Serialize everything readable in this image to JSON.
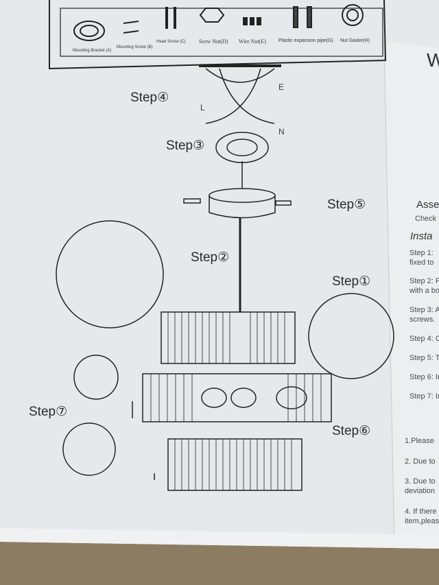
{
  "parts": [
    "Mounting Bracket (A)",
    "Mounting Screw (B)",
    "Head Screw (C)",
    "Scew Nut(D)",
    "Wire Nut(E)",
    "Plastic expansion pipe(G)",
    "Nut Gaske(H)"
  ],
  "steps": {
    "s1": "Step①",
    "s2": "Step②",
    "s3": "Step③",
    "s4": "Step④",
    "s5": "Step⑤",
    "s6": "Step⑥",
    "s7": "Step⑦"
  },
  "wire_labels": {
    "l": "L",
    "e": "E",
    "n": "N"
  },
  "right_page": {
    "title_fragment": "W",
    "assembly": "Asse",
    "check": "Check",
    "install": "Insta",
    "lines": [
      "Step 1:",
      "fixed to",
      "Step 2: F",
      "with a bo",
      "Step 3: A",
      "screws.",
      "Step 4: C",
      "Step 5: T",
      "Step 6: In",
      "Step 7: In"
    ],
    "notes": [
      "1.Please",
      "2. Due to",
      "3. Due to",
      "deviation",
      "4. If there",
      "item,pleas"
    ]
  }
}
